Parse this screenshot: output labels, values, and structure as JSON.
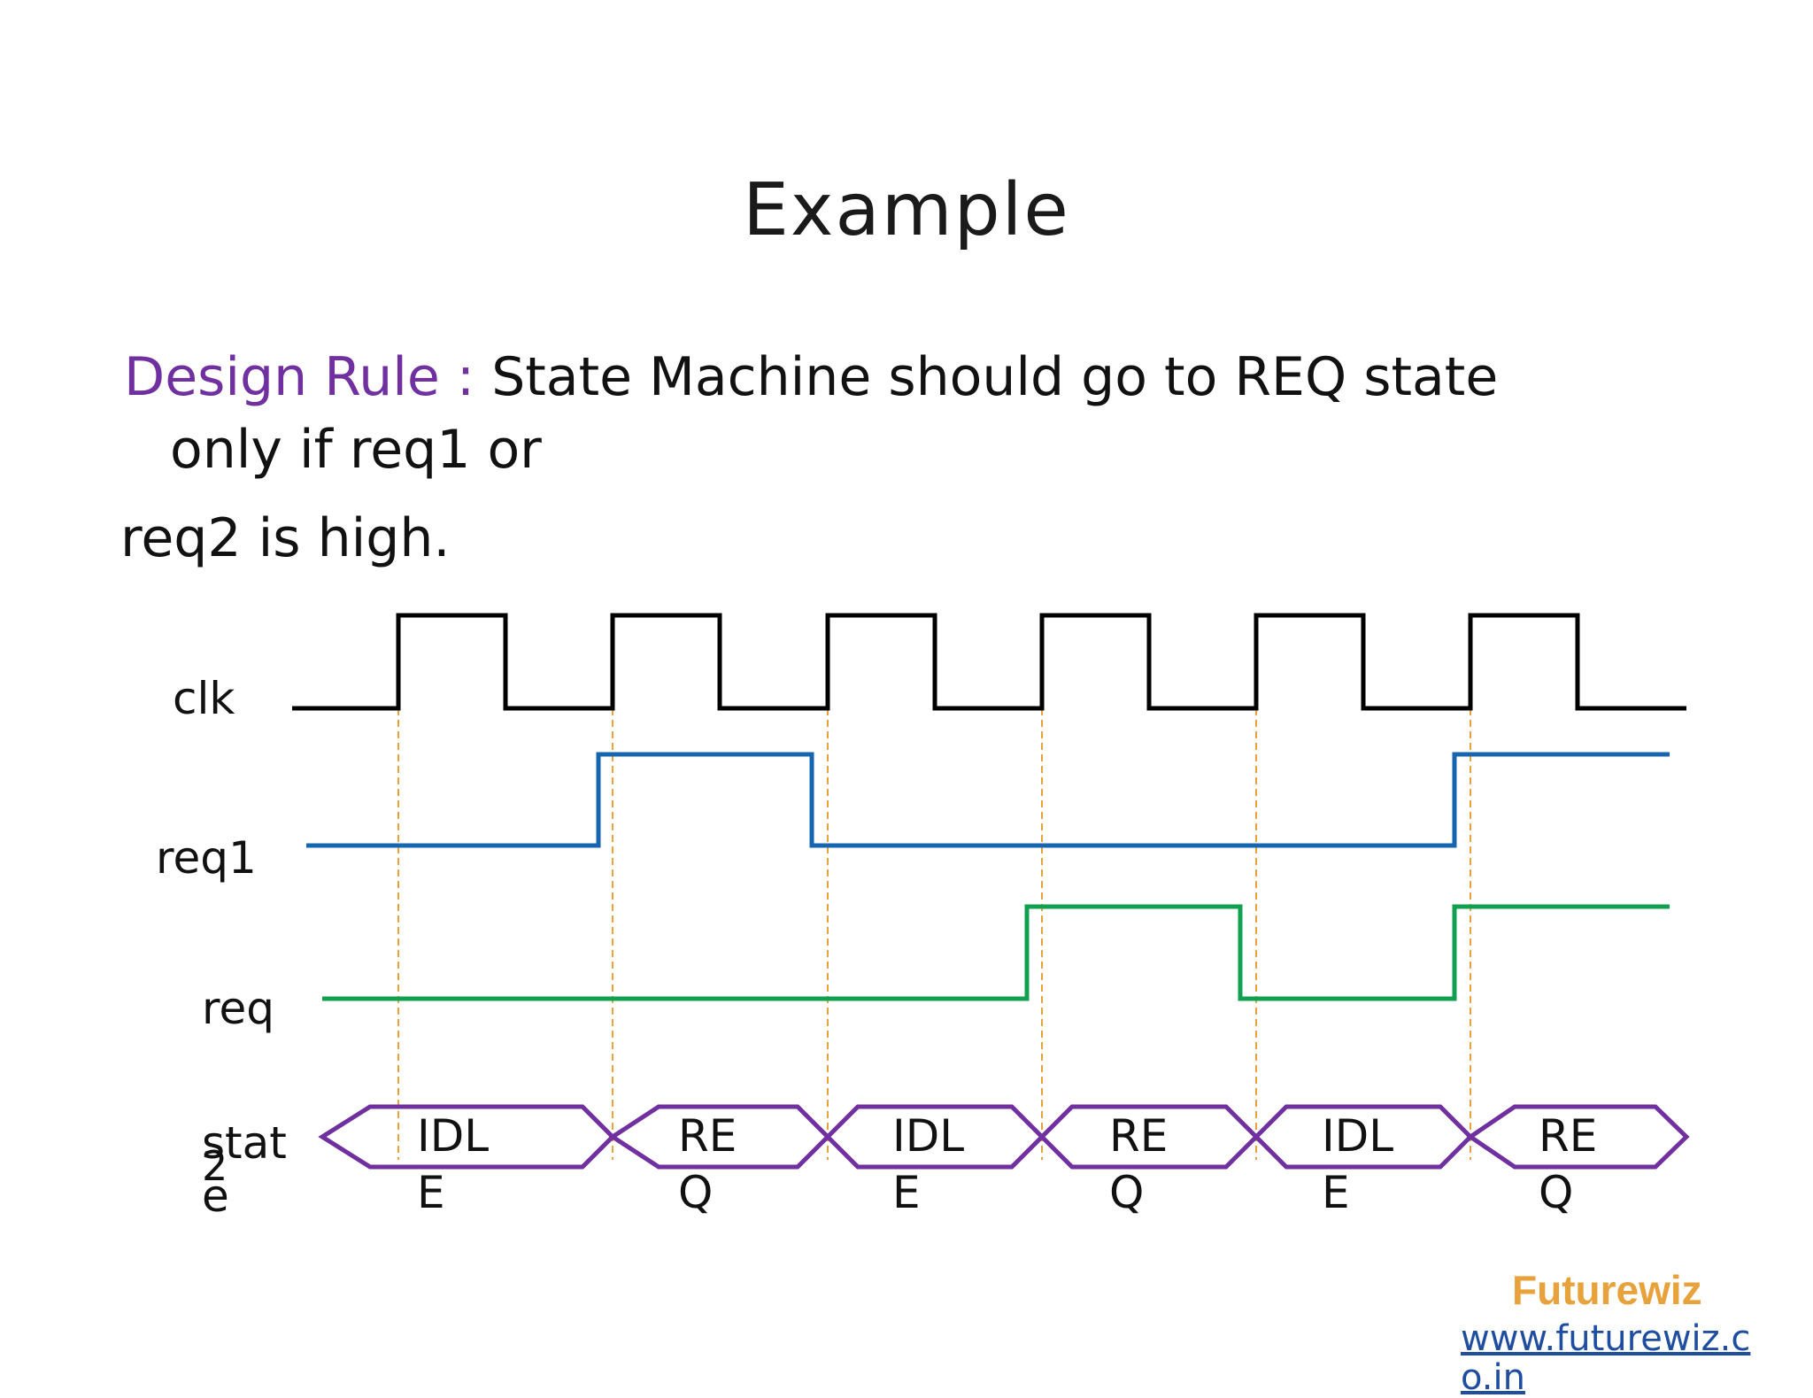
{
  "slide": {
    "title": "Example",
    "rule_label": "Design Rule :",
    "rule_text_1": " State Machine should go to REQ state",
    "rule_text_2": "only if req1 or",
    "rule_text_3": "req2 is high."
  },
  "signals": {
    "clk": "clk",
    "req1": "req1",
    "req2_label": "req",
    "req2_suffix": "2",
    "state_label_a": "stat",
    "state_label_b": "e"
  },
  "states": [
    {
      "line1": "IDL",
      "line2": "E"
    },
    {
      "line1": "RE",
      "line2": "Q"
    },
    {
      "line1": "IDL",
      "line2": "E"
    },
    {
      "line1": "RE",
      "line2": "Q"
    },
    {
      "line1": "IDL",
      "line2": "E"
    },
    {
      "line1": "RE",
      "line2": "Q"
    }
  ],
  "colors": {
    "clk": "#000000",
    "req1": "#1565b0",
    "req2": "#10a050",
    "state": "#7030a0",
    "edge_guides": "#e8a23b",
    "rule_label": "#7030a0"
  },
  "brand": {
    "name": "Futurewiz",
    "url": "www.futurewiz.co.in"
  }
}
